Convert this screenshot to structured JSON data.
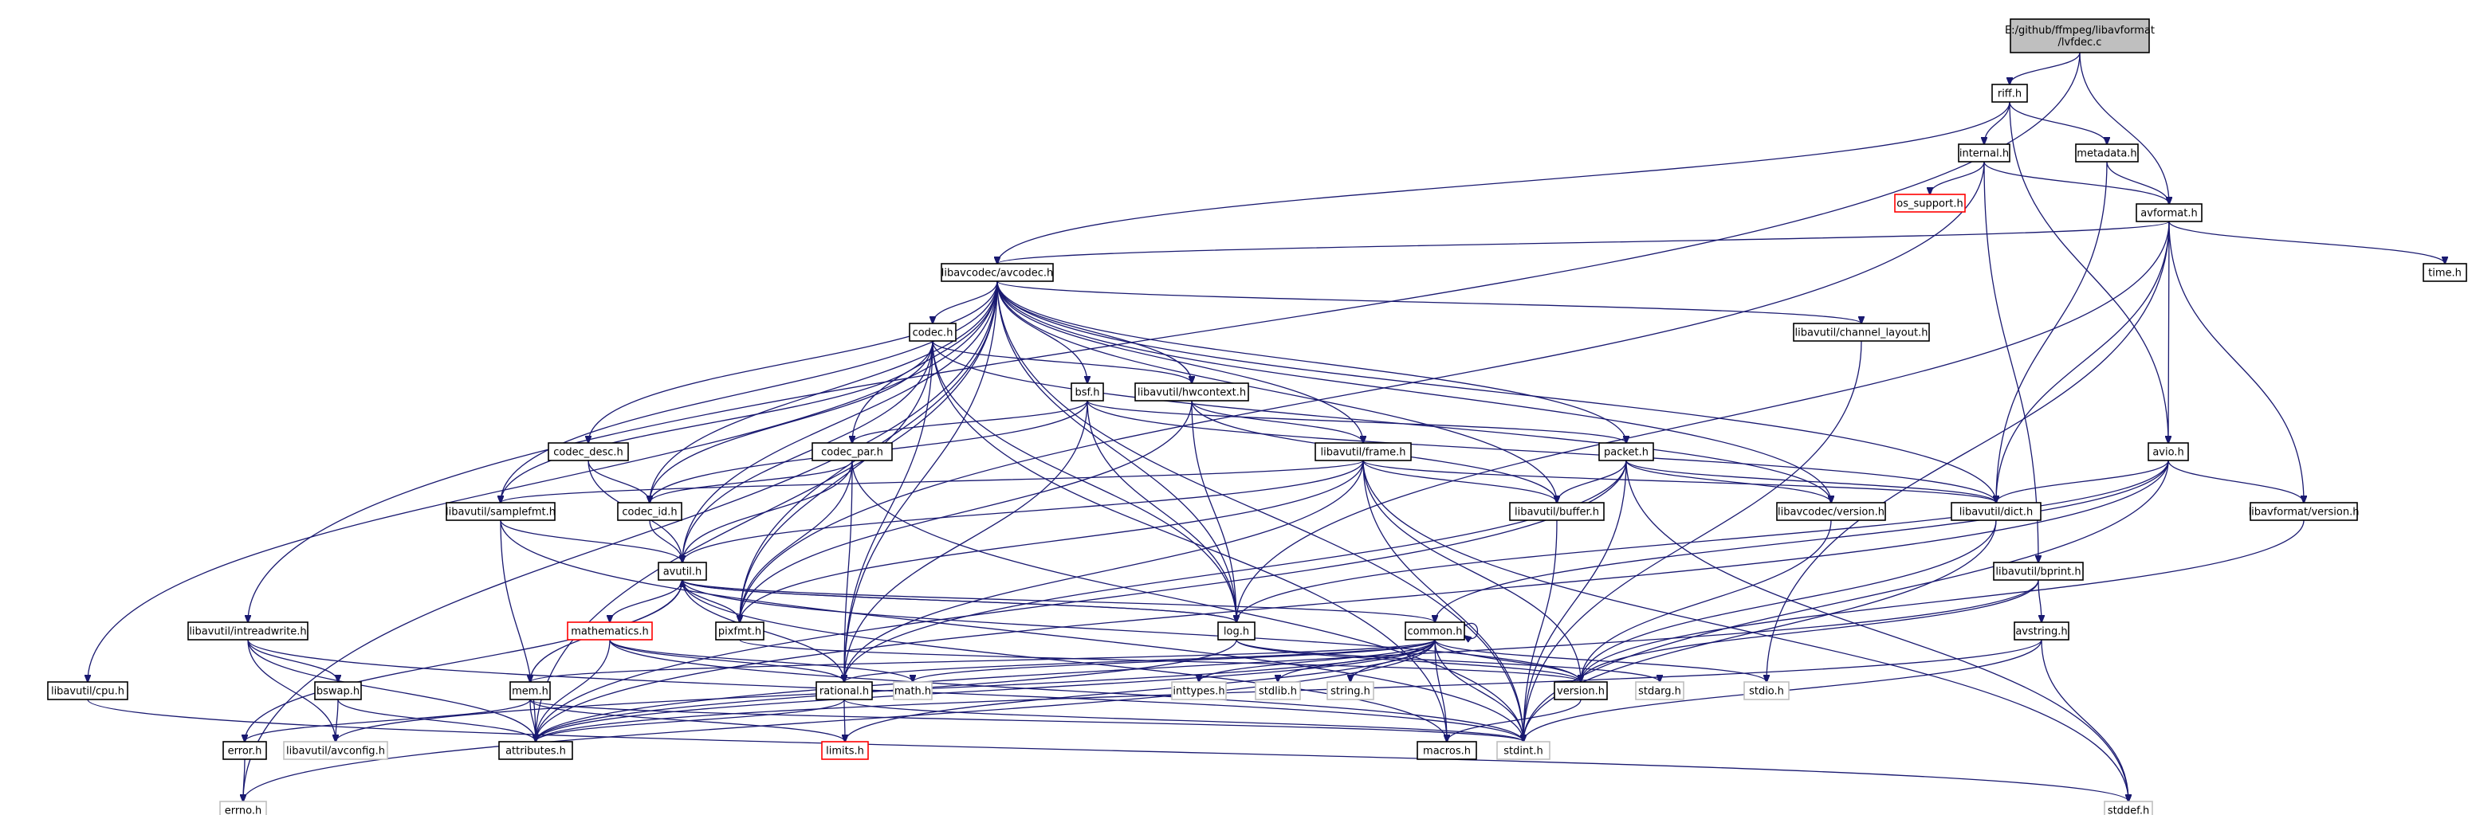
{
  "diagram": {
    "nodes": [
      {
        "id": "root",
        "lines": [
          "E:/github/ffmpeg/libavformat",
          "/lvfdec.c"
        ],
        "kind": "root"
      },
      {
        "id": "riff",
        "lines": [
          "riff.h"
        ],
        "kind": "normal"
      },
      {
        "id": "internal",
        "lines": [
          "internal.h"
        ],
        "kind": "normal"
      },
      {
        "id": "metadata",
        "lines": [
          "metadata.h"
        ],
        "kind": "normal"
      },
      {
        "id": "os_support",
        "lines": [
          "os_support.h"
        ],
        "kind": "red"
      },
      {
        "id": "avformat",
        "lines": [
          "avformat.h"
        ],
        "kind": "normal"
      },
      {
        "id": "time",
        "lines": [
          "time.h"
        ],
        "kind": "normal"
      },
      {
        "id": "avcodec",
        "lines": [
          "libavcodec/avcodec.h"
        ],
        "kind": "normal"
      },
      {
        "id": "codec",
        "lines": [
          "codec.h"
        ],
        "kind": "normal"
      },
      {
        "id": "channel_layout",
        "lines": [
          "libavutil/channel_layout.h"
        ],
        "kind": "normal"
      },
      {
        "id": "bsf",
        "lines": [
          "bsf.h"
        ],
        "kind": "normal"
      },
      {
        "id": "hwcontext",
        "lines": [
          "libavutil/hwcontext.h"
        ],
        "kind": "normal"
      },
      {
        "id": "avio",
        "lines": [
          "avio.h"
        ],
        "kind": "normal"
      },
      {
        "id": "codec_desc",
        "lines": [
          "codec_desc.h"
        ],
        "kind": "normal"
      },
      {
        "id": "codec_par",
        "lines": [
          "codec_par.h"
        ],
        "kind": "normal"
      },
      {
        "id": "frame",
        "lines": [
          "libavutil/frame.h"
        ],
        "kind": "normal"
      },
      {
        "id": "packet",
        "lines": [
          "packet.h"
        ],
        "kind": "normal"
      },
      {
        "id": "samplefmt",
        "lines": [
          "libavutil/samplefmt.h"
        ],
        "kind": "normal"
      },
      {
        "id": "codec_id",
        "lines": [
          "codec_id.h"
        ],
        "kind": "normal"
      },
      {
        "id": "buffer",
        "lines": [
          "libavutil/buffer.h"
        ],
        "kind": "normal"
      },
      {
        "id": "codec_version",
        "lines": [
          "libavcodec/version.h"
        ],
        "kind": "normal"
      },
      {
        "id": "dict",
        "lines": [
          "libavutil/dict.h"
        ],
        "kind": "normal"
      },
      {
        "id": "format_version",
        "lines": [
          "libavformat/version.h"
        ],
        "kind": "normal"
      },
      {
        "id": "avutil",
        "lines": [
          "avutil.h"
        ],
        "kind": "normal"
      },
      {
        "id": "bprint",
        "lines": [
          "libavutil/bprint.h"
        ],
        "kind": "normal"
      },
      {
        "id": "intreadwrite",
        "lines": [
          "libavutil/intreadwrite.h"
        ],
        "kind": "normal"
      },
      {
        "id": "mathematics",
        "lines": [
          "mathematics.h"
        ],
        "kind": "red"
      },
      {
        "id": "pixfmt",
        "lines": [
          "pixfmt.h"
        ],
        "kind": "normal"
      },
      {
        "id": "log",
        "lines": [
          "log.h"
        ],
        "kind": "normal"
      },
      {
        "id": "common",
        "lines": [
          "common.h"
        ],
        "kind": "normal"
      },
      {
        "id": "avstring",
        "lines": [
          "avstring.h"
        ],
        "kind": "normal"
      },
      {
        "id": "cpu",
        "lines": [
          "libavutil/cpu.h"
        ],
        "kind": "normal"
      },
      {
        "id": "bswap",
        "lines": [
          "bswap.h"
        ],
        "kind": "normal"
      },
      {
        "id": "mem",
        "lines": [
          "mem.h"
        ],
        "kind": "normal"
      },
      {
        "id": "rational",
        "lines": [
          "rational.h"
        ],
        "kind": "normal"
      },
      {
        "id": "math",
        "lines": [
          "math.h"
        ],
        "kind": "sys"
      },
      {
        "id": "inttypes",
        "lines": [
          "inttypes.h"
        ],
        "kind": "sys"
      },
      {
        "id": "stdlib",
        "lines": [
          "stdlib.h"
        ],
        "kind": "sys"
      },
      {
        "id": "string",
        "lines": [
          "string.h"
        ],
        "kind": "sys"
      },
      {
        "id": "version",
        "lines": [
          "version.h"
        ],
        "kind": "normal"
      },
      {
        "id": "stdarg",
        "lines": [
          "stdarg.h"
        ],
        "kind": "sys"
      },
      {
        "id": "stdio",
        "lines": [
          "stdio.h"
        ],
        "kind": "sys"
      },
      {
        "id": "error",
        "lines": [
          "error.h"
        ],
        "kind": "normal"
      },
      {
        "id": "avconfig",
        "lines": [
          "libavutil/avconfig.h"
        ],
        "kind": "sys"
      },
      {
        "id": "attributes",
        "lines": [
          "attributes.h"
        ],
        "kind": "normal"
      },
      {
        "id": "limits",
        "lines": [
          "limits.h"
        ],
        "kind": "red"
      },
      {
        "id": "macros",
        "lines": [
          "macros.h"
        ],
        "kind": "normal"
      },
      {
        "id": "stdint",
        "lines": [
          "stdint.h"
        ],
        "kind": "sys"
      },
      {
        "id": "errno",
        "lines": [
          "errno.h"
        ],
        "kind": "sys"
      },
      {
        "id": "stddef",
        "lines": [
          "stddef.h"
        ],
        "kind": "sys"
      }
    ],
    "edges": [
      [
        "root",
        "riff"
      ],
      [
        "root",
        "avformat"
      ],
      [
        "root",
        "intreadwrite"
      ],
      [
        "riff",
        "internal"
      ],
      [
        "riff",
        "metadata"
      ],
      [
        "riff",
        "avcodec"
      ],
      [
        "riff",
        "avio"
      ],
      [
        "internal",
        "avformat"
      ],
      [
        "internal",
        "os_support"
      ],
      [
        "internal",
        "bprint"
      ],
      [
        "internal",
        "pixfmt"
      ],
      [
        "metadata",
        "avformat"
      ],
      [
        "metadata",
        "dict"
      ],
      [
        "avformat",
        "avcodec"
      ],
      [
        "avformat",
        "time"
      ],
      [
        "avformat",
        "avio"
      ],
      [
        "avformat",
        "dict"
      ],
      [
        "avformat",
        "format_version"
      ],
      [
        "avformat",
        "log"
      ],
      [
        "avformat",
        "stdio"
      ],
      [
        "avcodec",
        "codec"
      ],
      [
        "avcodec",
        "channel_layout"
      ],
      [
        "avcodec",
        "bsf"
      ],
      [
        "avcodec",
        "hwcontext"
      ],
      [
        "avcodec",
        "codec_desc"
      ],
      [
        "avcodec",
        "codec_par"
      ],
      [
        "avcodec",
        "frame"
      ],
      [
        "avcodec",
        "packet"
      ],
      [
        "avcodec",
        "samplefmt"
      ],
      [
        "avcodec",
        "codec_id"
      ],
      [
        "avcodec",
        "buffer"
      ],
      [
        "avcodec",
        "codec_version"
      ],
      [
        "avcodec",
        "dict"
      ],
      [
        "avcodec",
        "avutil"
      ],
      [
        "avcodec",
        "log"
      ],
      [
        "avcodec",
        "pixfmt"
      ],
      [
        "avcodec",
        "rational"
      ],
      [
        "avcodec",
        "attributes"
      ],
      [
        "avcodec",
        "cpu"
      ],
      [
        "avcodec",
        "errno"
      ],
      [
        "avcodec",
        "stdint"
      ],
      [
        "codec",
        "hwcontext"
      ],
      [
        "codec",
        "samplefmt"
      ],
      [
        "codec",
        "codec_id"
      ],
      [
        "codec",
        "avutil"
      ],
      [
        "codec",
        "log"
      ],
      [
        "codec",
        "pixfmt"
      ],
      [
        "codec",
        "rational"
      ],
      [
        "codec",
        "codec_version"
      ],
      [
        "codec",
        "macros"
      ],
      [
        "channel_layout",
        "stdint"
      ],
      [
        "bsf",
        "codec_id"
      ],
      [
        "bsf",
        "codec_par"
      ],
      [
        "bsf",
        "packet"
      ],
      [
        "bsf",
        "dict"
      ],
      [
        "bsf",
        "log"
      ],
      [
        "bsf",
        "rational"
      ],
      [
        "hwcontext",
        "buffer"
      ],
      [
        "hwcontext",
        "frame"
      ],
      [
        "hwcontext",
        "log"
      ],
      [
        "hwcontext",
        "pixfmt"
      ],
      [
        "avio",
        "dict"
      ],
      [
        "avio",
        "format_version"
      ],
      [
        "avio",
        "log"
      ],
      [
        "avio",
        "common"
      ],
      [
        "avio",
        "attributes"
      ],
      [
        "avio",
        "stdint"
      ],
      [
        "codec_desc",
        "codec_id"
      ],
      [
        "codec_desc",
        "avutil"
      ],
      [
        "codec_par",
        "codec_id"
      ],
      [
        "codec_par",
        "avutil"
      ],
      [
        "codec_par",
        "pixfmt"
      ],
      [
        "codec_par",
        "rational"
      ],
      [
        "codec_par",
        "stdint"
      ],
      [
        "frame",
        "samplefmt"
      ],
      [
        "frame",
        "buffer"
      ],
      [
        "frame",
        "dict"
      ],
      [
        "frame",
        "avutil"
      ],
      [
        "frame",
        "pixfmt"
      ],
      [
        "frame",
        "rational"
      ],
      [
        "frame",
        "version"
      ],
      [
        "frame",
        "stdint"
      ],
      [
        "frame",
        "stddef"
      ],
      [
        "packet",
        "buffer"
      ],
      [
        "packet",
        "dict"
      ],
      [
        "packet",
        "codec_version"
      ],
      [
        "packet",
        "rational"
      ],
      [
        "packet",
        "attributes"
      ],
      [
        "packet",
        "stdint"
      ],
      [
        "packet",
        "stddef"
      ],
      [
        "samplefmt",
        "avutil"
      ],
      [
        "samplefmt",
        "attributes"
      ],
      [
        "samplefmt",
        "stdint"
      ],
      [
        "codec_id",
        "avutil"
      ],
      [
        "buffer",
        "stdint"
      ],
      [
        "codec_version",
        "version"
      ],
      [
        "dict",
        "version"
      ],
      [
        "dict",
        "stdint"
      ],
      [
        "format_version",
        "version"
      ],
      [
        "avutil",
        "common"
      ],
      [
        "avutil",
        "mathematics"
      ],
      [
        "avutil",
        "pixfmt"
      ],
      [
        "avutil",
        "log"
      ],
      [
        "avutil",
        "rational"
      ],
      [
        "avutil",
        "error"
      ],
      [
        "avutil",
        "mem"
      ],
      [
        "avutil",
        "macros"
      ],
      [
        "avutil",
        "version"
      ],
      [
        "bprint",
        "avstring"
      ],
      [
        "bprint",
        "version"
      ],
      [
        "bprint",
        "attributes"
      ],
      [
        "intreadwrite",
        "bswap"
      ],
      [
        "intreadwrite",
        "avconfig"
      ],
      [
        "intreadwrite",
        "attributes"
      ],
      [
        "intreadwrite",
        "stdint"
      ],
      [
        "mathematics",
        "rational"
      ],
      [
        "mathematics",
        "math"
      ],
      [
        "mathematics",
        "attributes"
      ],
      [
        "mathematics",
        "stdint"
      ],
      [
        "pixfmt",
        "version"
      ],
      [
        "log",
        "avutil"
      ],
      [
        "log",
        "attributes"
      ],
      [
        "log",
        "version"
      ],
      [
        "log",
        "stdarg"
      ],
      [
        "common",
        "stdio"
      ],
      [
        "common",
        "mem"
      ],
      [
        "common",
        "rational"
      ],
      [
        "common",
        "math"
      ],
      [
        "common",
        "inttypes"
      ],
      [
        "common",
        "stdlib"
      ],
      [
        "common",
        "string"
      ],
      [
        "common",
        "version"
      ],
      [
        "common",
        "stdint"
      ],
      [
        "common",
        "attributes"
      ],
      [
        "common",
        "macros"
      ],
      [
        "common",
        "limits"
      ],
      [
        "common",
        "errno"
      ],
      [
        "common",
        "avconfig"
      ],
      [
        "common",
        "common"
      ],
      [
        "avstring",
        "attributes"
      ],
      [
        "avstring",
        "stddef"
      ],
      [
        "avstring",
        "stdint"
      ],
      [
        "cpu",
        "stddef"
      ],
      [
        "bswap",
        "attributes"
      ],
      [
        "bswap",
        "avconfig"
      ],
      [
        "mem",
        "attributes"
      ],
      [
        "mem",
        "error"
      ],
      [
        "mem",
        "limits"
      ],
      [
        "mem",
        "stdint"
      ],
      [
        "rational",
        "attributes"
      ],
      [
        "rational",
        "limits"
      ],
      [
        "rational",
        "stdint"
      ],
      [
        "version",
        "macros"
      ],
      [
        "error",
        "errno"
      ]
    ]
  }
}
